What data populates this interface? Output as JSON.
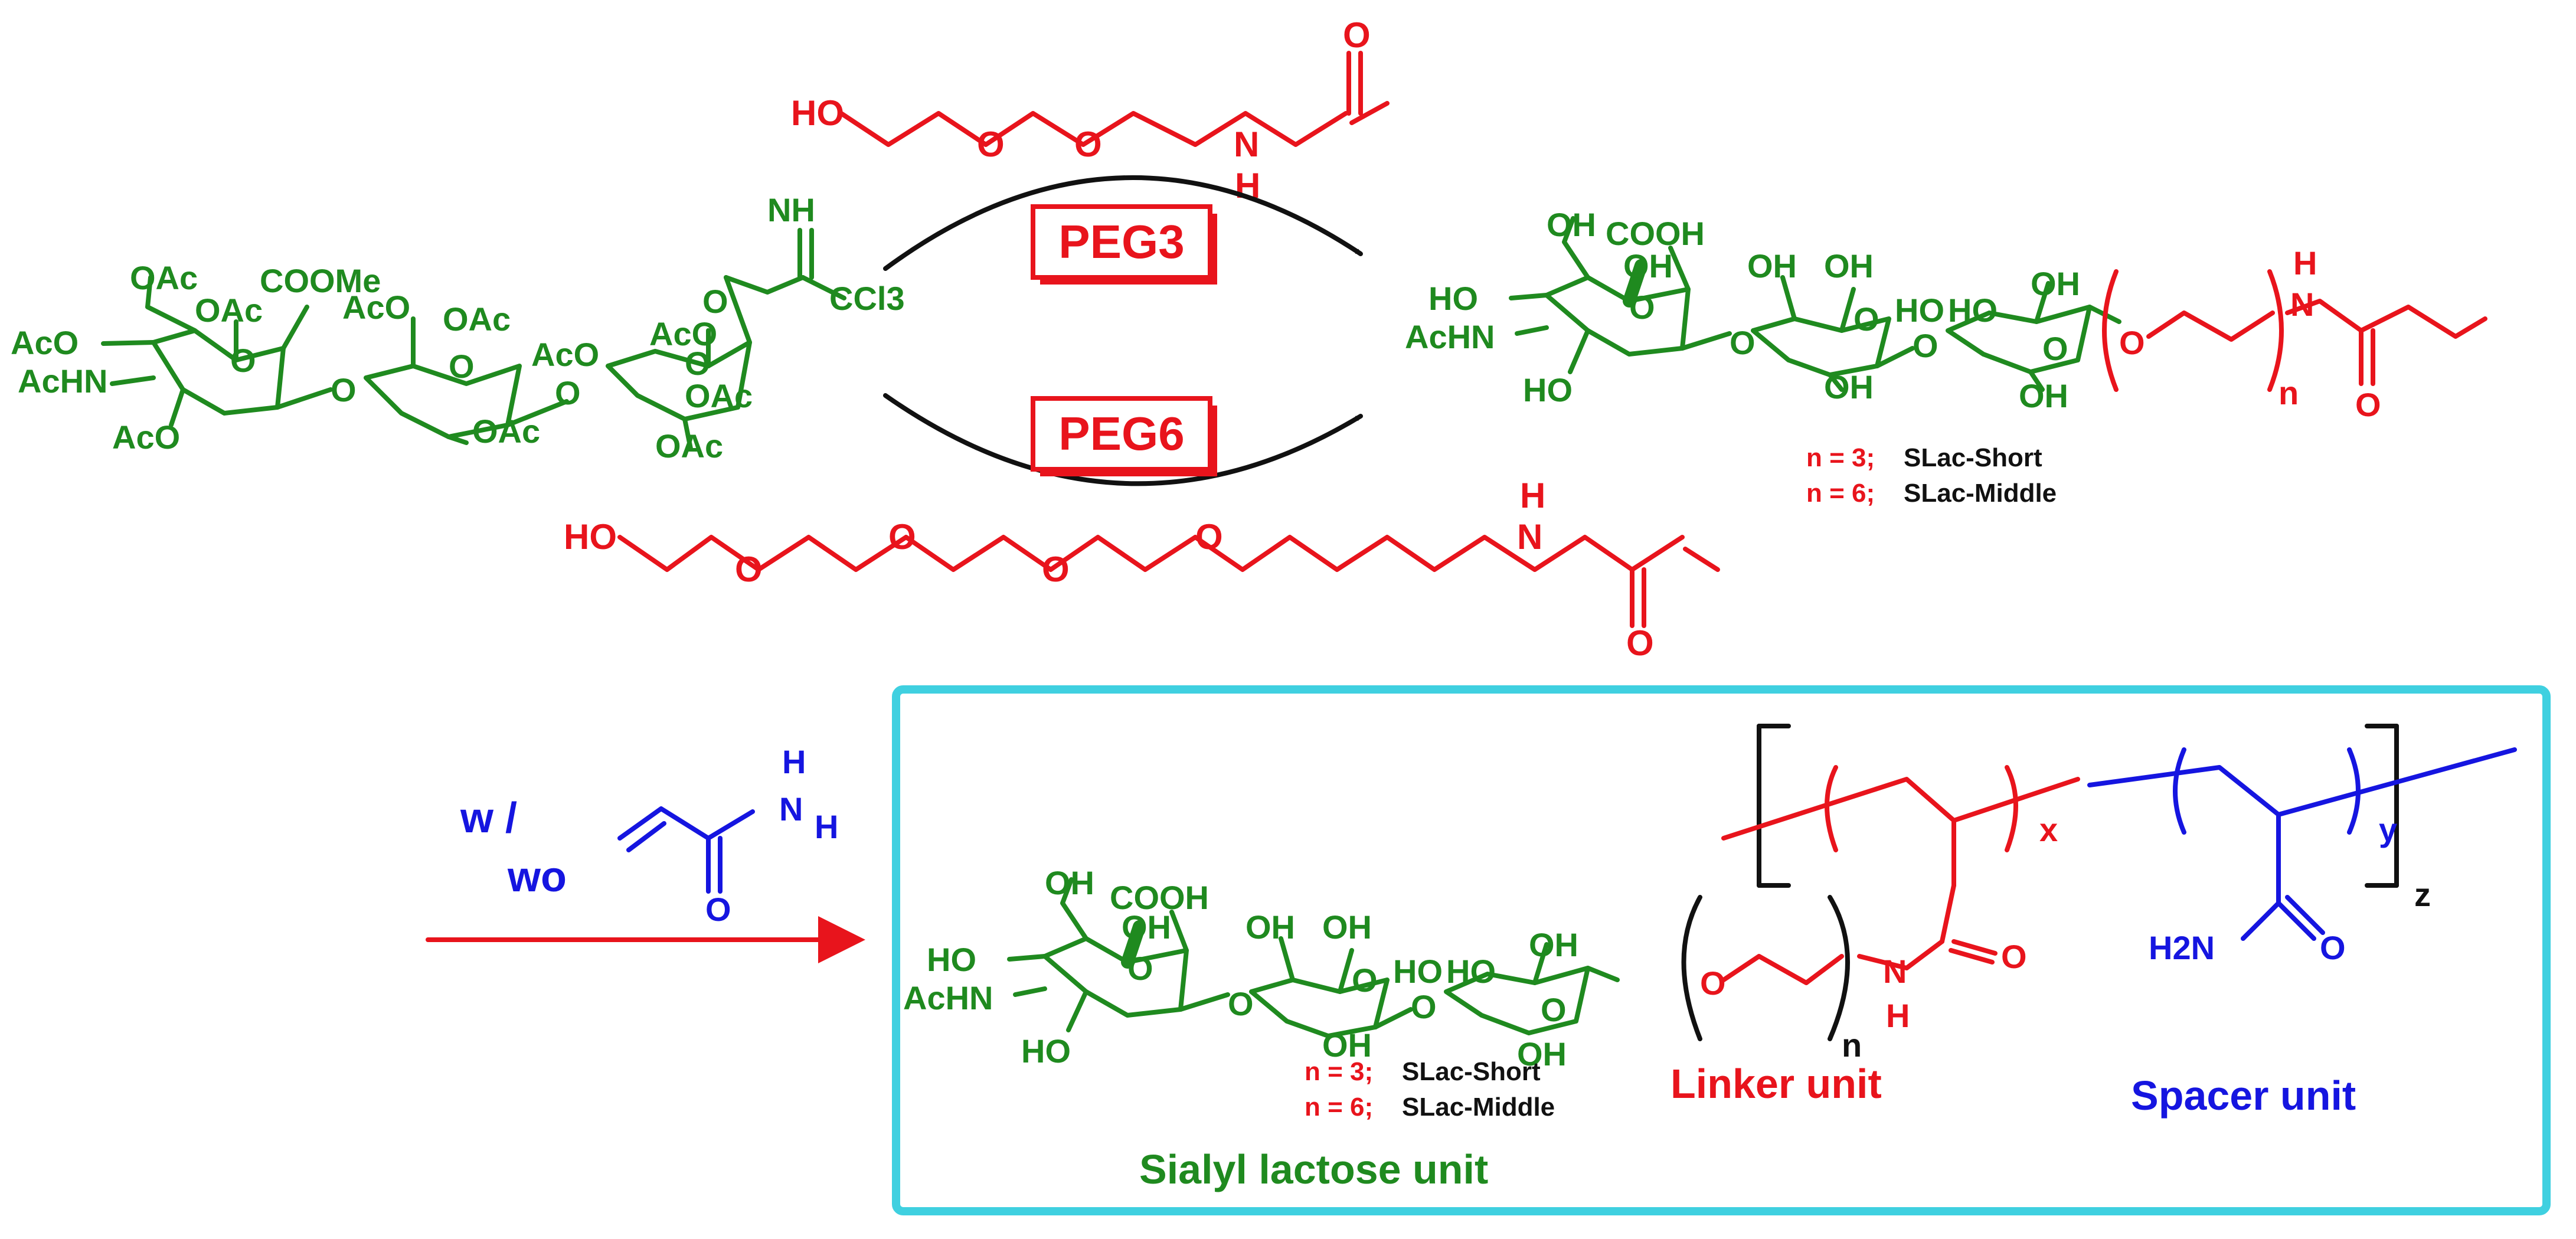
{
  "colors": {
    "sugar": "#1f8a1f",
    "linker": "#e8141c",
    "spacer": "#1515e0",
    "arrow": "#111111",
    "frame": "#3fd0e0"
  },
  "peg3_reagent": {
    "ho": "HO",
    "o1": "O",
    "o2": "O",
    "n": "N",
    "h": "H",
    "carbonyl_o": "O"
  },
  "peg6_reagent": {
    "ho": "HO",
    "o1": "O",
    "o2": "O",
    "o3": "O",
    "o4": "O",
    "n": "N",
    "h": "H",
    "carbonyl_o": "O"
  },
  "donor": {
    "oac_top": "OAc",
    "cooMe": "COOMe",
    "oac_2": "OAc",
    "aco_left": "AcO",
    "achn": "AcHN",
    "aco_bottom": "AcO",
    "ring_o1": "O",
    "link_o1": "O",
    "aco_mid": "AcO",
    "oac_mid": "OAc",
    "ring_o2": "O",
    "oac_bottom2": "OAc",
    "link_o2": "O",
    "aco_r": "AcO",
    "aco_r2": "AcO",
    "ring_o3": "O",
    "oac_r3": "OAc",
    "oac_bottom3": "OAc",
    "imid_o": "O",
    "nh": "NH",
    "ccl3": "CCl3"
  },
  "reactions": {
    "peg3_label": "PEG3",
    "peg6_label": "PEG6",
    "second_step_w": "w /",
    "second_step_wo": "wo"
  },
  "acrylamide_reagent": {
    "n": "N",
    "h_top": "H",
    "h_right": "H",
    "o": "O"
  },
  "product_top": {
    "oh1": "OH",
    "oh2": "OH",
    "cooh": "COOH",
    "ho_left": "HO",
    "achn": "AcHN",
    "ho_bottom": "HO",
    "ring_o1": "O",
    "link_o1": "O",
    "oh3": "OH",
    "oh4": "OH",
    "ho_mid": "HO",
    "ring_o2": "O",
    "oh_bottom2": "OH",
    "link_o2": "O",
    "ho_r": "HO",
    "oh_r": "OH",
    "ring_o3": "O",
    "oh_r3": "OH",
    "peg_o": "O",
    "n_subscript": "n",
    "nh_n": "N",
    "nh_h": "H",
    "carbonyl_o": "O"
  },
  "variants_top": {
    "n3": "n = 3;",
    "short": "SLac-Short",
    "n6": "n = 6;",
    "middle": "SLac-Middle"
  },
  "product_bottom": {
    "oh1": "OH",
    "oh2": "OH",
    "cooh": "COOH",
    "ho_left": "HO",
    "achn": "AcHN",
    "ho_bottom": "HO",
    "ring_o1": "O",
    "link_o1": "O",
    "oh3": "OH",
    "oh4": "OH",
    "ho_mid": "HO",
    "ring_o2": "O",
    "oh_bottom2": "OH",
    "link_o2": "O",
    "ho_r": "HO",
    "oh_r": "OH",
    "ring_o3": "O",
    "oh_r3": "OH",
    "peg_o": "O",
    "n_subscript": "n",
    "linker_n": "N",
    "linker_h": "H",
    "linker_o": "O",
    "x_subscript": "x",
    "spacer_h2n": "H2N",
    "spacer_o": "O",
    "y_subscript": "y",
    "z_subscript": "z"
  },
  "variants_bottom": {
    "n3": "n = 3;",
    "short": "SLac-Short",
    "n6": "n = 6;",
    "middle": "SLac-Middle"
  },
  "unit_labels": {
    "sialyl": "Sialyl lactose unit",
    "linker": "Linker unit",
    "spacer": "Spacer unit"
  }
}
